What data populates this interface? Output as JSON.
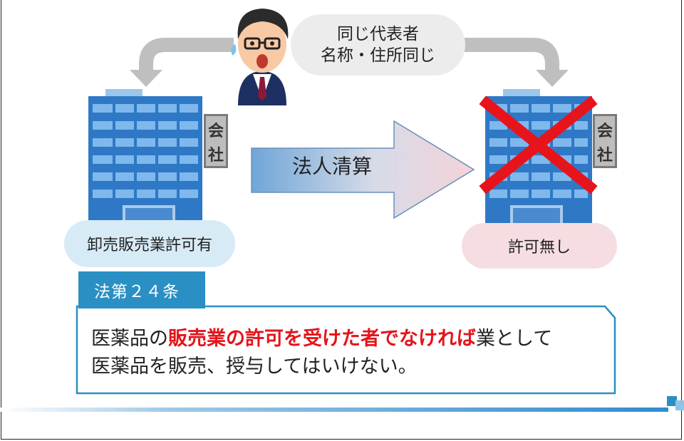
{
  "top_bubble": {
    "line1": "同じ代表者",
    "line2": "名称・住所同じ"
  },
  "left_company": {
    "sign_char1": "会",
    "sign_char2": "社",
    "label": "卸売販売業許可有"
  },
  "right_company": {
    "sign_char1": "会",
    "sign_char2": "社",
    "label": "許可無し"
  },
  "process_arrow": {
    "label": "法人清算"
  },
  "law": {
    "tab_label": "法第２４条",
    "line1_part1": "医薬品の",
    "line1_emphasis": "販売業の許可を受けた者でなければ",
    "line1_part2": "業として",
    "line2": "医薬品を販売、授与してはいけない。"
  },
  "colors": {
    "accent_blue": "#2a8fc3",
    "emphasis_red": "#e4141b",
    "cross_red": "#e8141c"
  }
}
